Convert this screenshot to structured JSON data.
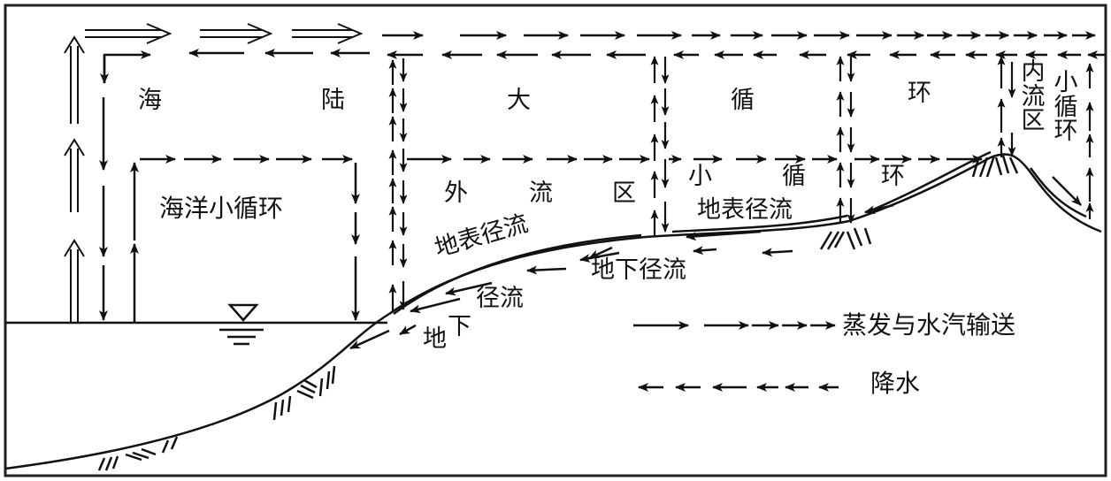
{
  "diagram": {
    "title_region_labels": {
      "hai": "海",
      "lu": "陆",
      "da": "大",
      "xun": "循",
      "huan": "环"
    },
    "ocean_cycle_label": "海洋小循环",
    "outflow_region": {
      "wai": "外",
      "liu": "流",
      "qu": "区"
    },
    "outflow_small_cycle": {
      "xiao": "小",
      "xun": "循",
      "huan": "环"
    },
    "inland_region_label": [
      "内",
      "流",
      "区"
    ],
    "inland_small_cycle_label": [
      "小",
      "循",
      "环"
    ],
    "runoff_labels": {
      "surface_runoff_upper": "地表径流",
      "surface_runoff_lower": "地表径流",
      "groundwater_runoff_upper": "地下径流",
      "groundwater_runoff_lower_part1": "地",
      "groundwater_runoff_lower_part2": "下",
      "groundwater_runoff_lower_part3": "径流"
    },
    "legend": {
      "evaporation_label": "蒸发与水汽输送",
      "precipitation_label": "降水"
    },
    "colors": {
      "line": "#111111",
      "background": "#ffffff"
    }
  }
}
